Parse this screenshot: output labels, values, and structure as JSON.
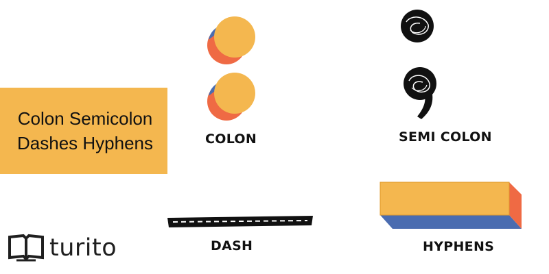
{
  "title": {
    "line1": "Colon Semicolon",
    "line2": "Dashes Hyphens"
  },
  "labels": {
    "colon": "COLON",
    "semicolon": "SEMI COLON",
    "dash": "DASH",
    "hyphens": "HYPHENS"
  },
  "logo": {
    "text": "turito",
    "icon": "open-book-icon"
  },
  "colors": {
    "title_background": "#f4b74f",
    "yellow": "#f4b74f",
    "red": "#ef6a44",
    "blue": "#4a6cb0",
    "black": "#111111"
  }
}
